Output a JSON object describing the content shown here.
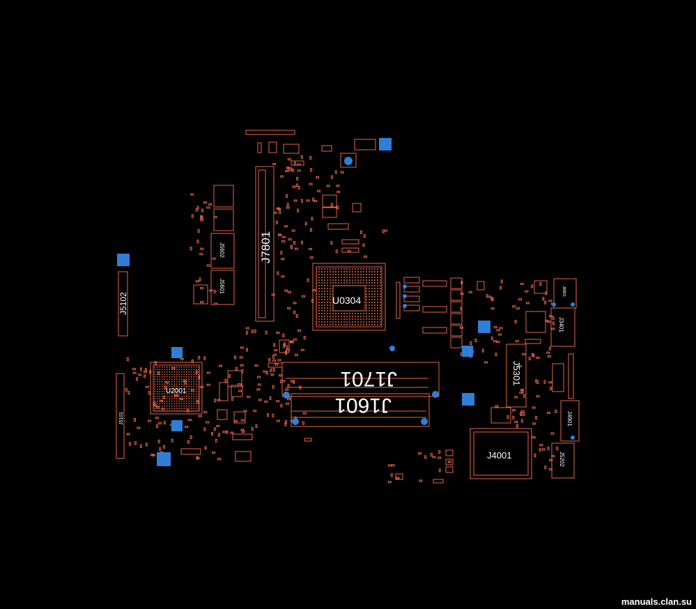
{
  "watermark": "manuals.clan.su",
  "colors": {
    "background": "#000000",
    "outline": "#e8664a",
    "silkscreen": "#ffffff",
    "pad": "#2f7fd6"
  },
  "labels": {
    "u0304": "U0304",
    "j7801": "J7801",
    "j1701": "J1701",
    "j1601": "J1601",
    "u2001": "U2001",
    "j4001": "J4001",
    "j5301": "J5301",
    "j5102": "J5102",
    "j5101": "J5101",
    "j5602": "J5602",
    "j5601": "J5601",
    "j3401": "J3401",
    "j4901": "J4901",
    "j5202": "J5202",
    "j6801": "J6801"
  }
}
